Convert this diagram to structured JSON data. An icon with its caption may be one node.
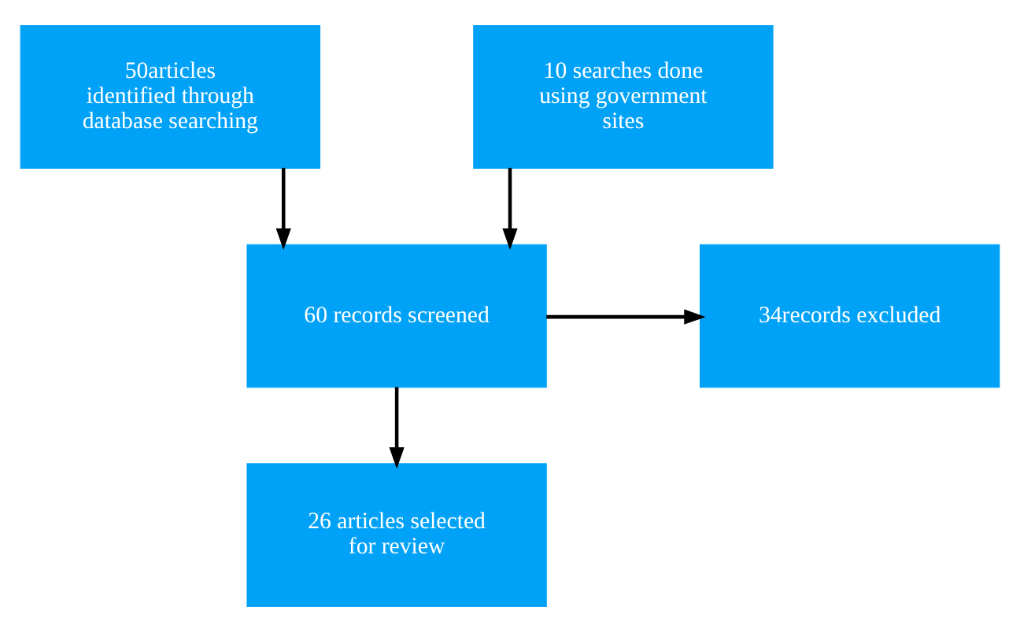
{
  "diagram": {
    "nodes": [
      {
        "text": [
          "50articles identified through database searching"
        ]
      },
      {
        "text": [
          "10 searches done using government sites"
        ]
      },
      {
        "text": [
          "60 records screened"
        ]
      },
      {
        "text": [
          "34records excluded"
        ]
      },
      {
        "text": [
          "26 articles selected for review"
        ]
      }
    ],
    "edges": [
      {
        "from": 0,
        "to": 2,
        "arrow": "to"
      },
      {
        "from": 1,
        "to": 2,
        "arrow": "to"
      },
      {
        "from": 2,
        "to": 3,
        "arrow": "to"
      },
      {
        "from": 2,
        "to": 4,
        "arrow": "to"
      }
    ]
  }
}
